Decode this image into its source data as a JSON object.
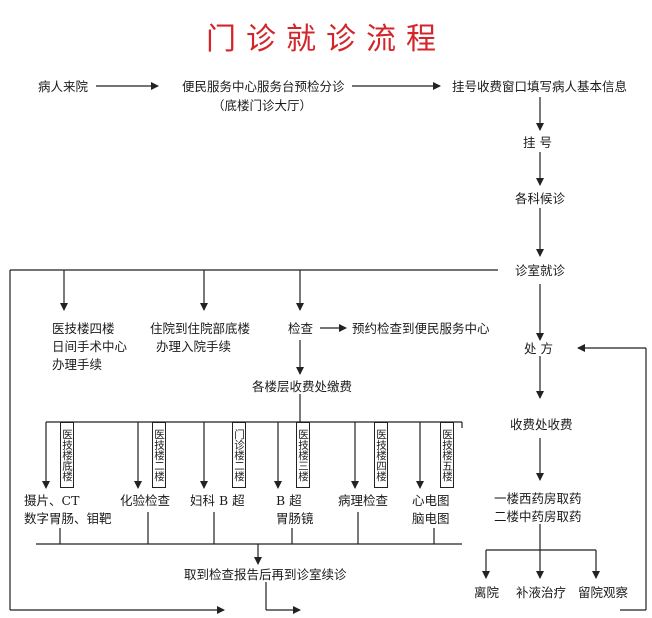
{
  "title": "门诊就诊流程",
  "nodes": {
    "arrival": "病人来院",
    "service_desk": "便民服务中心服务台预检分诊",
    "service_desk_location": "（底楼门诊大厅）",
    "register_window": "挂号收费窗口填写病人基本信息",
    "register": "挂 号",
    "wait": "各科候诊",
    "consult": "诊室就诊",
    "day_surgery_1": "医技楼四楼",
    "day_surgery_2": "日间手术中心",
    "day_surgery_3": "办理手续",
    "admission_1": "住院到住院部底楼",
    "admission_2": "办理入院手续",
    "exam": "检查",
    "exam_booking": "预约检查到便民服务中心",
    "floor_payment": "各楼层收费处缴费",
    "prescription": "处 方",
    "payment": "收费处收费",
    "pharmacy_west": "一楼西药房取药",
    "pharmacy_chinese": "二楼中药房取药",
    "report_return": "取到检查报告后再到诊室续诊",
    "leave": "离院",
    "infusion": "补液治疗",
    "observation": "留院观察"
  },
  "exam_items": [
    {
      "line1": "摄片、CT",
      "line2": "数字胃肠、钼靶",
      "location": "医技楼底楼"
    },
    {
      "line1": "化验检查",
      "line2": "",
      "location": "医技楼二楼"
    },
    {
      "line1": "妇科 B 超",
      "line2": "",
      "location": "门诊楼二楼"
    },
    {
      "line1": "B 超",
      "line2": "胃肠镜",
      "location": "医技楼三楼"
    },
    {
      "line1": "病理检查",
      "line2": "",
      "location": "医技楼四楼"
    },
    {
      "line1": "心电图",
      "line2": "脑电图",
      "location": "医技楼五楼"
    }
  ],
  "colors": {
    "title": "#d4252b",
    "line": "#222222"
  }
}
